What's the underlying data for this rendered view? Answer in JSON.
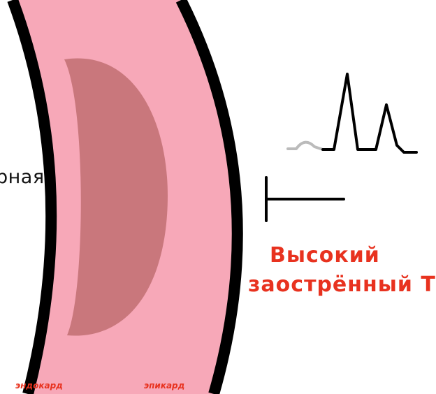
{
  "labels": {
    "cut_left": "рная",
    "title_line1": "Высокий",
    "title_line2": "заострённый Т",
    "endocardium": "эндокард",
    "epicardium": "эпикард"
  },
  "colors": {
    "wall_fill": "#f7a8b8",
    "lesion_fill": "#c9777c",
    "border": "#000000",
    "label_red": "#e8321f",
    "ecg_prior": "#bbbbbb"
  },
  "icons": {
    "electrode": "electrode-t-icon",
    "ecg": "ecg-peaked-t-icon"
  }
}
